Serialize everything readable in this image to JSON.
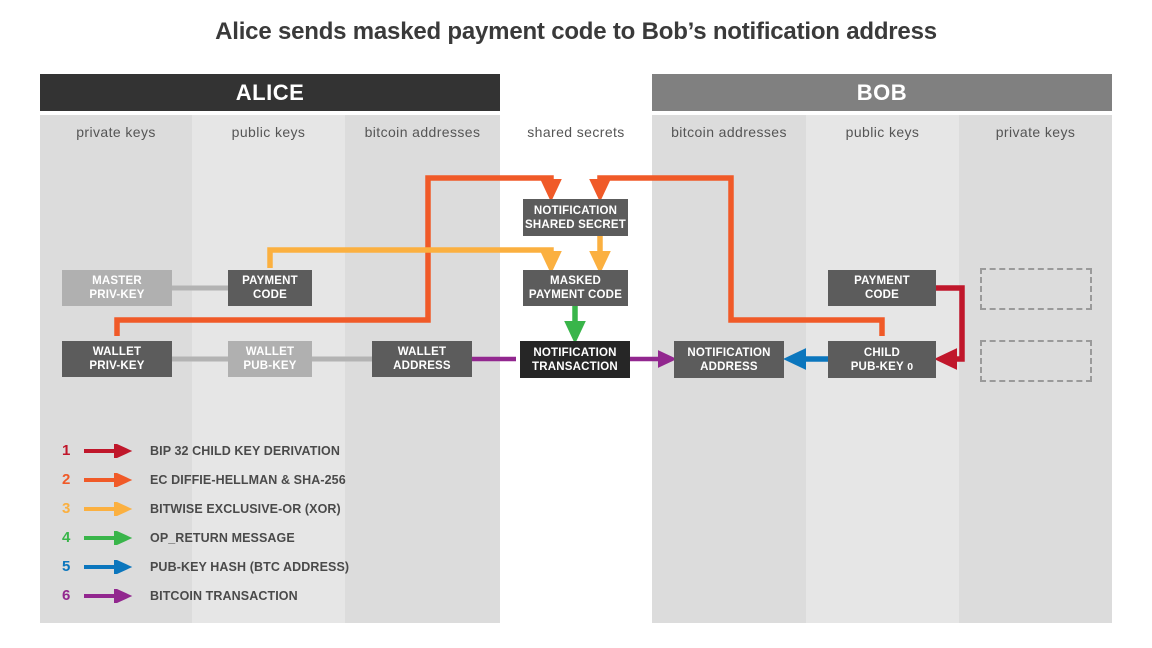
{
  "title": "Alice sends masked payment code to Bob’s notification address",
  "parties": {
    "alice": "ALICE",
    "bob": "BOB"
  },
  "columns": [
    {
      "id": "alice-private-keys",
      "label": "private keys"
    },
    {
      "id": "alice-public-keys",
      "label": "public keys"
    },
    {
      "id": "alice-bitcoin-addresses",
      "label": "bitcoin addresses"
    },
    {
      "id": "shared-secrets",
      "label": "shared secrets"
    },
    {
      "id": "bob-bitcoin-addresses",
      "label": "bitcoin addresses"
    },
    {
      "id": "bob-public-keys",
      "label": "public keys"
    },
    {
      "id": "bob-private-keys",
      "label": "private keys"
    }
  ],
  "nodes": {
    "alice_master_privkey": {
      "line1": "MASTER",
      "line2": "PRIV-KEY"
    },
    "alice_payment_code": {
      "line1": "PAYMENT",
      "line2": "CODE"
    },
    "alice_wallet_privkey": {
      "line1": "WALLET",
      "line2": "PRIV-KEY"
    },
    "alice_wallet_pubkey": {
      "line1": "WALLET",
      "line2": "PUB-KEY"
    },
    "alice_wallet_address": {
      "line1": "WALLET",
      "line2": "ADDRESS"
    },
    "notification_shared_secret": {
      "line1": "NOTIFICATION",
      "line2": "SHARED SECRET"
    },
    "masked_payment_code": {
      "line1": "MASKED",
      "line2": "PAYMENT CODE"
    },
    "notification_transaction": {
      "line1": "NOTIFICATION",
      "line2": "TRANSACTION"
    },
    "bob_notification_address": {
      "line1": "NOTIFICATION",
      "line2": "ADDRESS"
    },
    "bob_child_pubkey": {
      "line1": "CHILD",
      "line2": "PUB-KEY",
      "line2_sub": "0"
    },
    "bob_payment_code": {
      "line1": "PAYMENT",
      "line2": "CODE"
    }
  },
  "legend": [
    {
      "num": "1",
      "label": "BIP 32 CHILD KEY DERIVATION",
      "color": "#c0172b"
    },
    {
      "num": "2",
      "label": "EC DIFFIE-HELLMAN & SHA-256",
      "color": "#f05a28"
    },
    {
      "num": "3",
      "label": "BITWISE EXCLUSIVE-OR (XOR)",
      "color": "#fbb040"
    },
    {
      "num": "4",
      "label": "OP_RETURN MESSAGE",
      "color": "#39b54a"
    },
    {
      "num": "5",
      "label": "PUB-KEY HASH (BTC ADDRESS)",
      "color": "#0b76bd"
    },
    {
      "num": "6",
      "label": "BITCOIN TRANSACTION",
      "color": "#92278f"
    }
  ],
  "colors": {
    "bip32_red": "#c0172b",
    "ecdh_orange": "#f05a28",
    "xor_amber": "#fbb040",
    "opreturn_green": "#39b54a",
    "pubkeyhash_blue": "#0b76bd",
    "transaction_purple": "#92278f",
    "plain_grey": "#b3b3b3",
    "band_dark": "#dcdcdc",
    "band_light": "#e6e6e6",
    "node_grey": "#5c5c5c",
    "node_light": "#b0b0b0",
    "node_black": "#262626",
    "header_alice": "#333333",
    "header_bob": "#808080"
  }
}
